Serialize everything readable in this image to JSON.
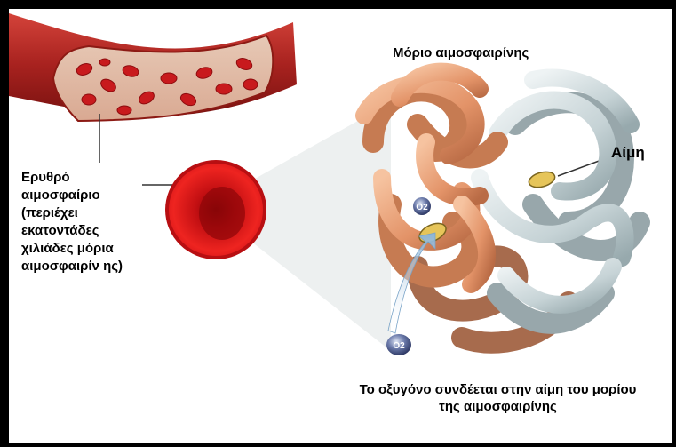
{
  "labels": {
    "molecule_title": "Μόριο αιμοσφαιρίνης",
    "heme": "Αίμη",
    "red_blood_cell": "Ερυθρό αιμοσφαίριο (περιέχει εκατοντάδες χιλιάδες μόρια αιμοσφαιρίν ης)",
    "oxygen_binding": "Το οξυγόνο συνδέεται στην αίμη του μορίου της αιμοσφαιρίνης"
  },
  "o2_symbol": "O2",
  "colors": {
    "vessel": "#b3201f",
    "blood_cell": "#e0161b",
    "alpha_chain": "#e8a27a",
    "beta_chain": "#c9d6d9",
    "heme": "#e6c55a",
    "oxygen": "#4a5a8c",
    "arrow": "#8ab4d9"
  }
}
